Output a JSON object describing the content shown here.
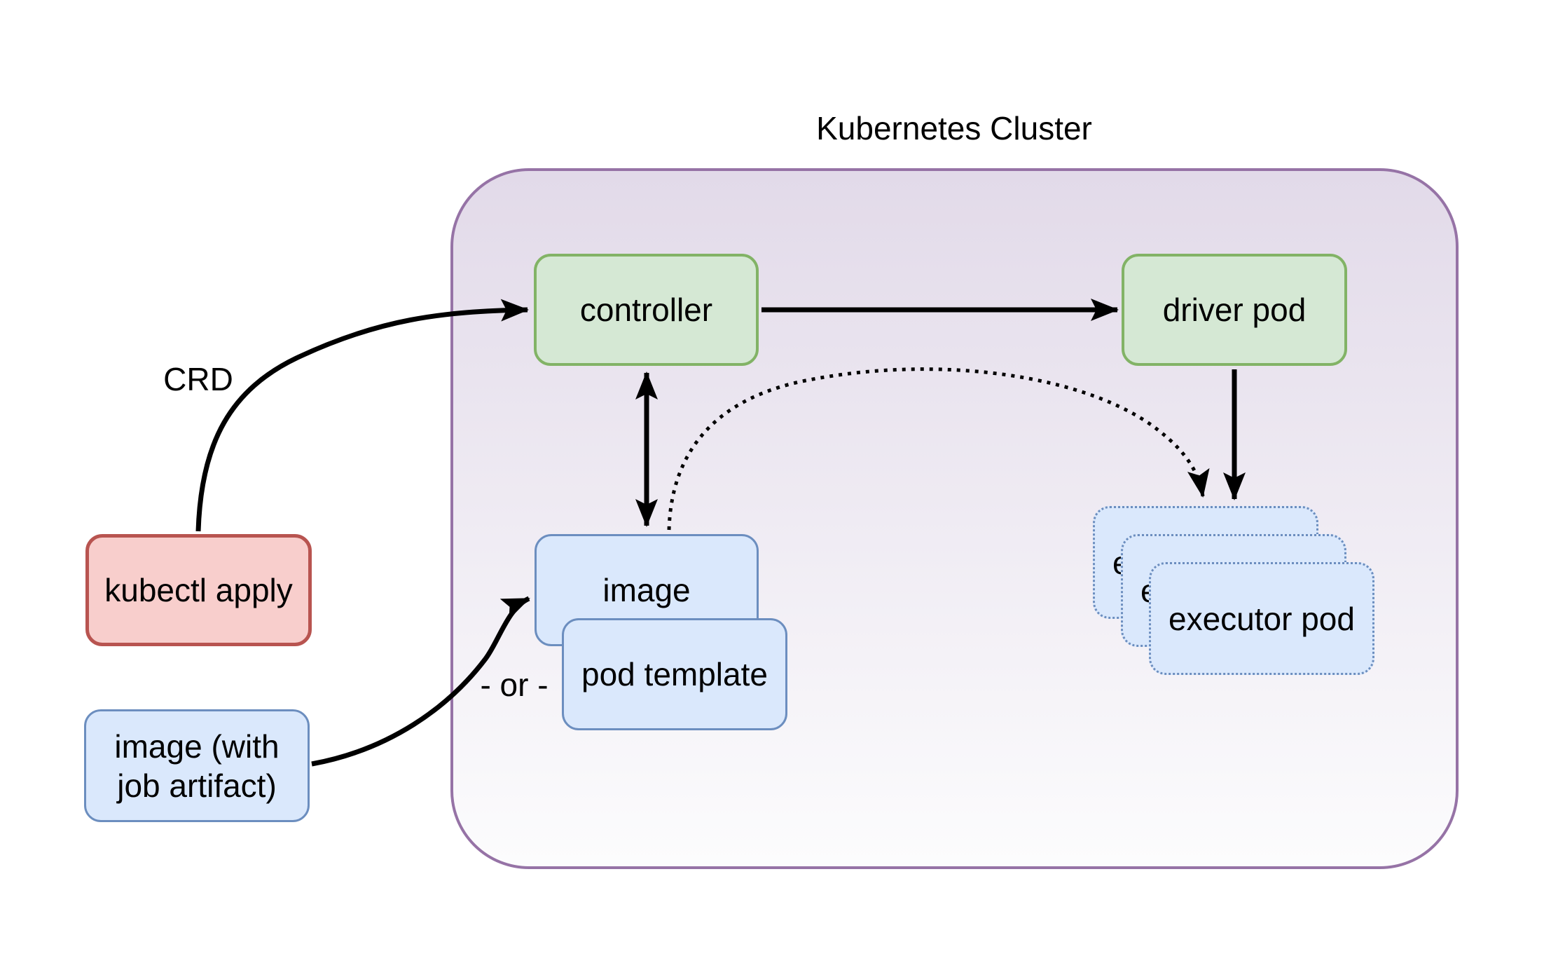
{
  "title": "Kubernetes Cluster",
  "labels": {
    "crd": "CRD",
    "or": "- or -"
  },
  "nodes": {
    "kubectl_apply": {
      "label": "kubectl apply"
    },
    "image_with_artifact": {
      "label": "image (with job artifact)"
    },
    "controller": {
      "label": "controller"
    },
    "driver_pod": {
      "label": "driver pod"
    },
    "image": {
      "label": "image"
    },
    "pod_template": {
      "label": "pod template"
    },
    "executor_pod": {
      "label": "executor pod",
      "stack_count": 3
    }
  },
  "edges": [
    {
      "from": "kubectl_apply",
      "to": "controller",
      "label": "CRD",
      "style": "solid-curve"
    },
    {
      "from": "controller",
      "to": "driver_pod",
      "style": "solid"
    },
    {
      "from": "controller",
      "to": "image",
      "style": "solid-bidirectional"
    },
    {
      "from": "driver_pod",
      "to": "executor_pod",
      "style": "solid"
    },
    {
      "from": "image",
      "to": "executor_pod",
      "style": "dotted-curve"
    },
    {
      "from": "image_with_artifact",
      "to": "image",
      "style": "solid-curve"
    }
  ],
  "colors": {
    "green-fill": "#d5e8d4",
    "green-stroke": "#82b366",
    "blue-fill": "#dae8fc",
    "blue-stroke": "#6c8ebf",
    "red-fill": "#f8cecc",
    "red-stroke": "#b85450",
    "cluster-stroke": "#9673a6",
    "cluster-fill-top": "#e2dae9",
    "cluster-fill-bottom": "#fcfcfd",
    "arrow-color": "#000000"
  }
}
